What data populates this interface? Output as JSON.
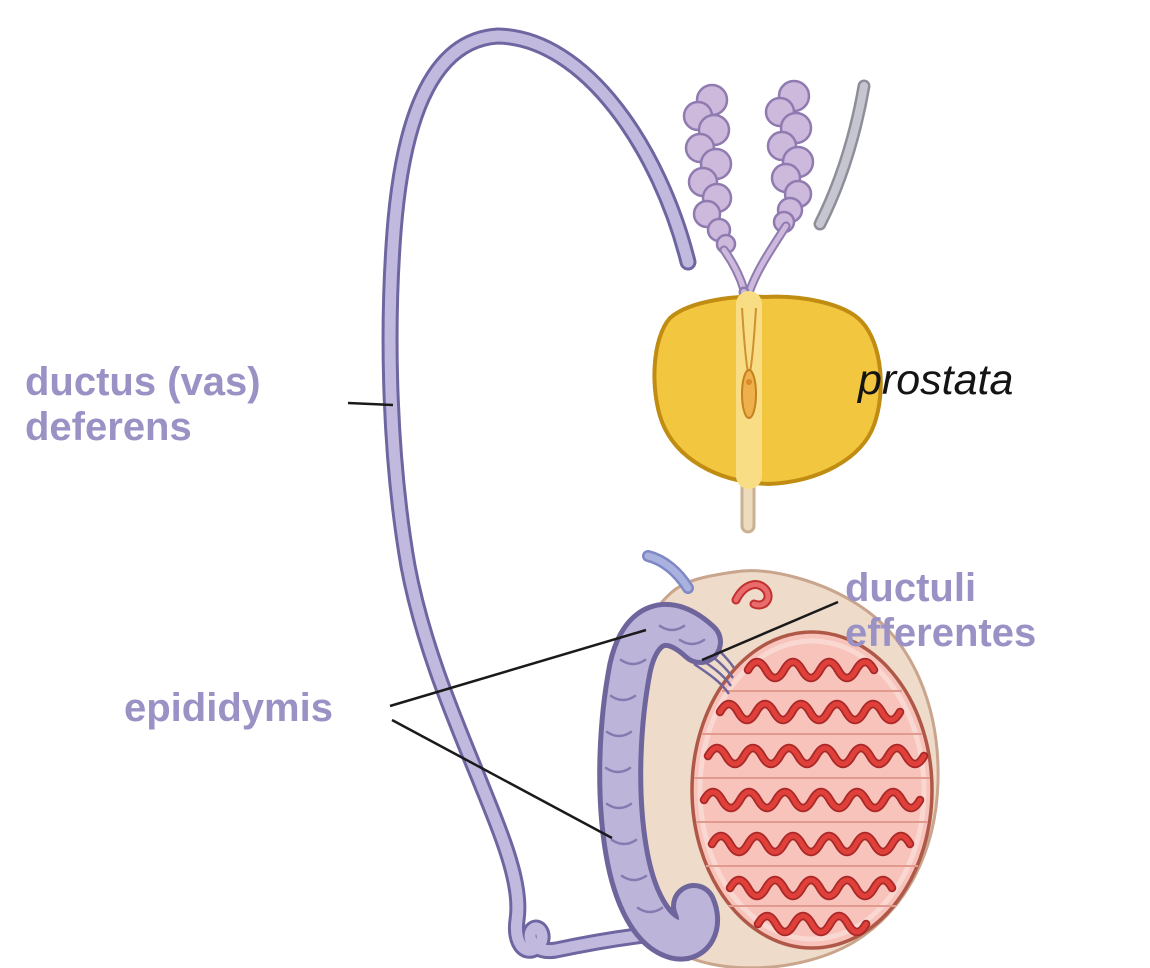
{
  "figure": {
    "description": "Anatomical diagram of the male reproductive tract: testis with seminiferous tubules, epididymis, ductus (vas) deferens, seminal vesicles and prostate",
    "labels": {
      "vas_deferens": {
        "line1": "ductus (vas)",
        "line2": "deferens"
      },
      "prostata": {
        "text": "prostata"
      },
      "ductuli_efferentes": {
        "line1": "ductuli",
        "line2": "efferentes"
      },
      "epididymis": {
        "text": "epididymis"
      }
    },
    "colors": {
      "label_purple": "#9a91c5",
      "label_black": "#141414",
      "duct_fill": "#c2bade",
      "duct_outline": "#6e66a0",
      "seminal_vesicle_fill": "#ccb9dc",
      "seminal_vesicle_outline": "#8f7bb0",
      "prostate_fill": "#f3c63f",
      "prostate_outline": "#c08c12",
      "testis_fill": "#f8c3bb",
      "testis_outline": "#b05848",
      "tubule_red": "#e0403a",
      "tubule_dark": "#a82828",
      "scrotum_fill": "#efdbca",
      "scrotum_outline": "#caa58d",
      "vessel_blue": "#7e88c5",
      "vessel_red": "#c23030",
      "leader_line": "#1a1a1a"
    }
  }
}
